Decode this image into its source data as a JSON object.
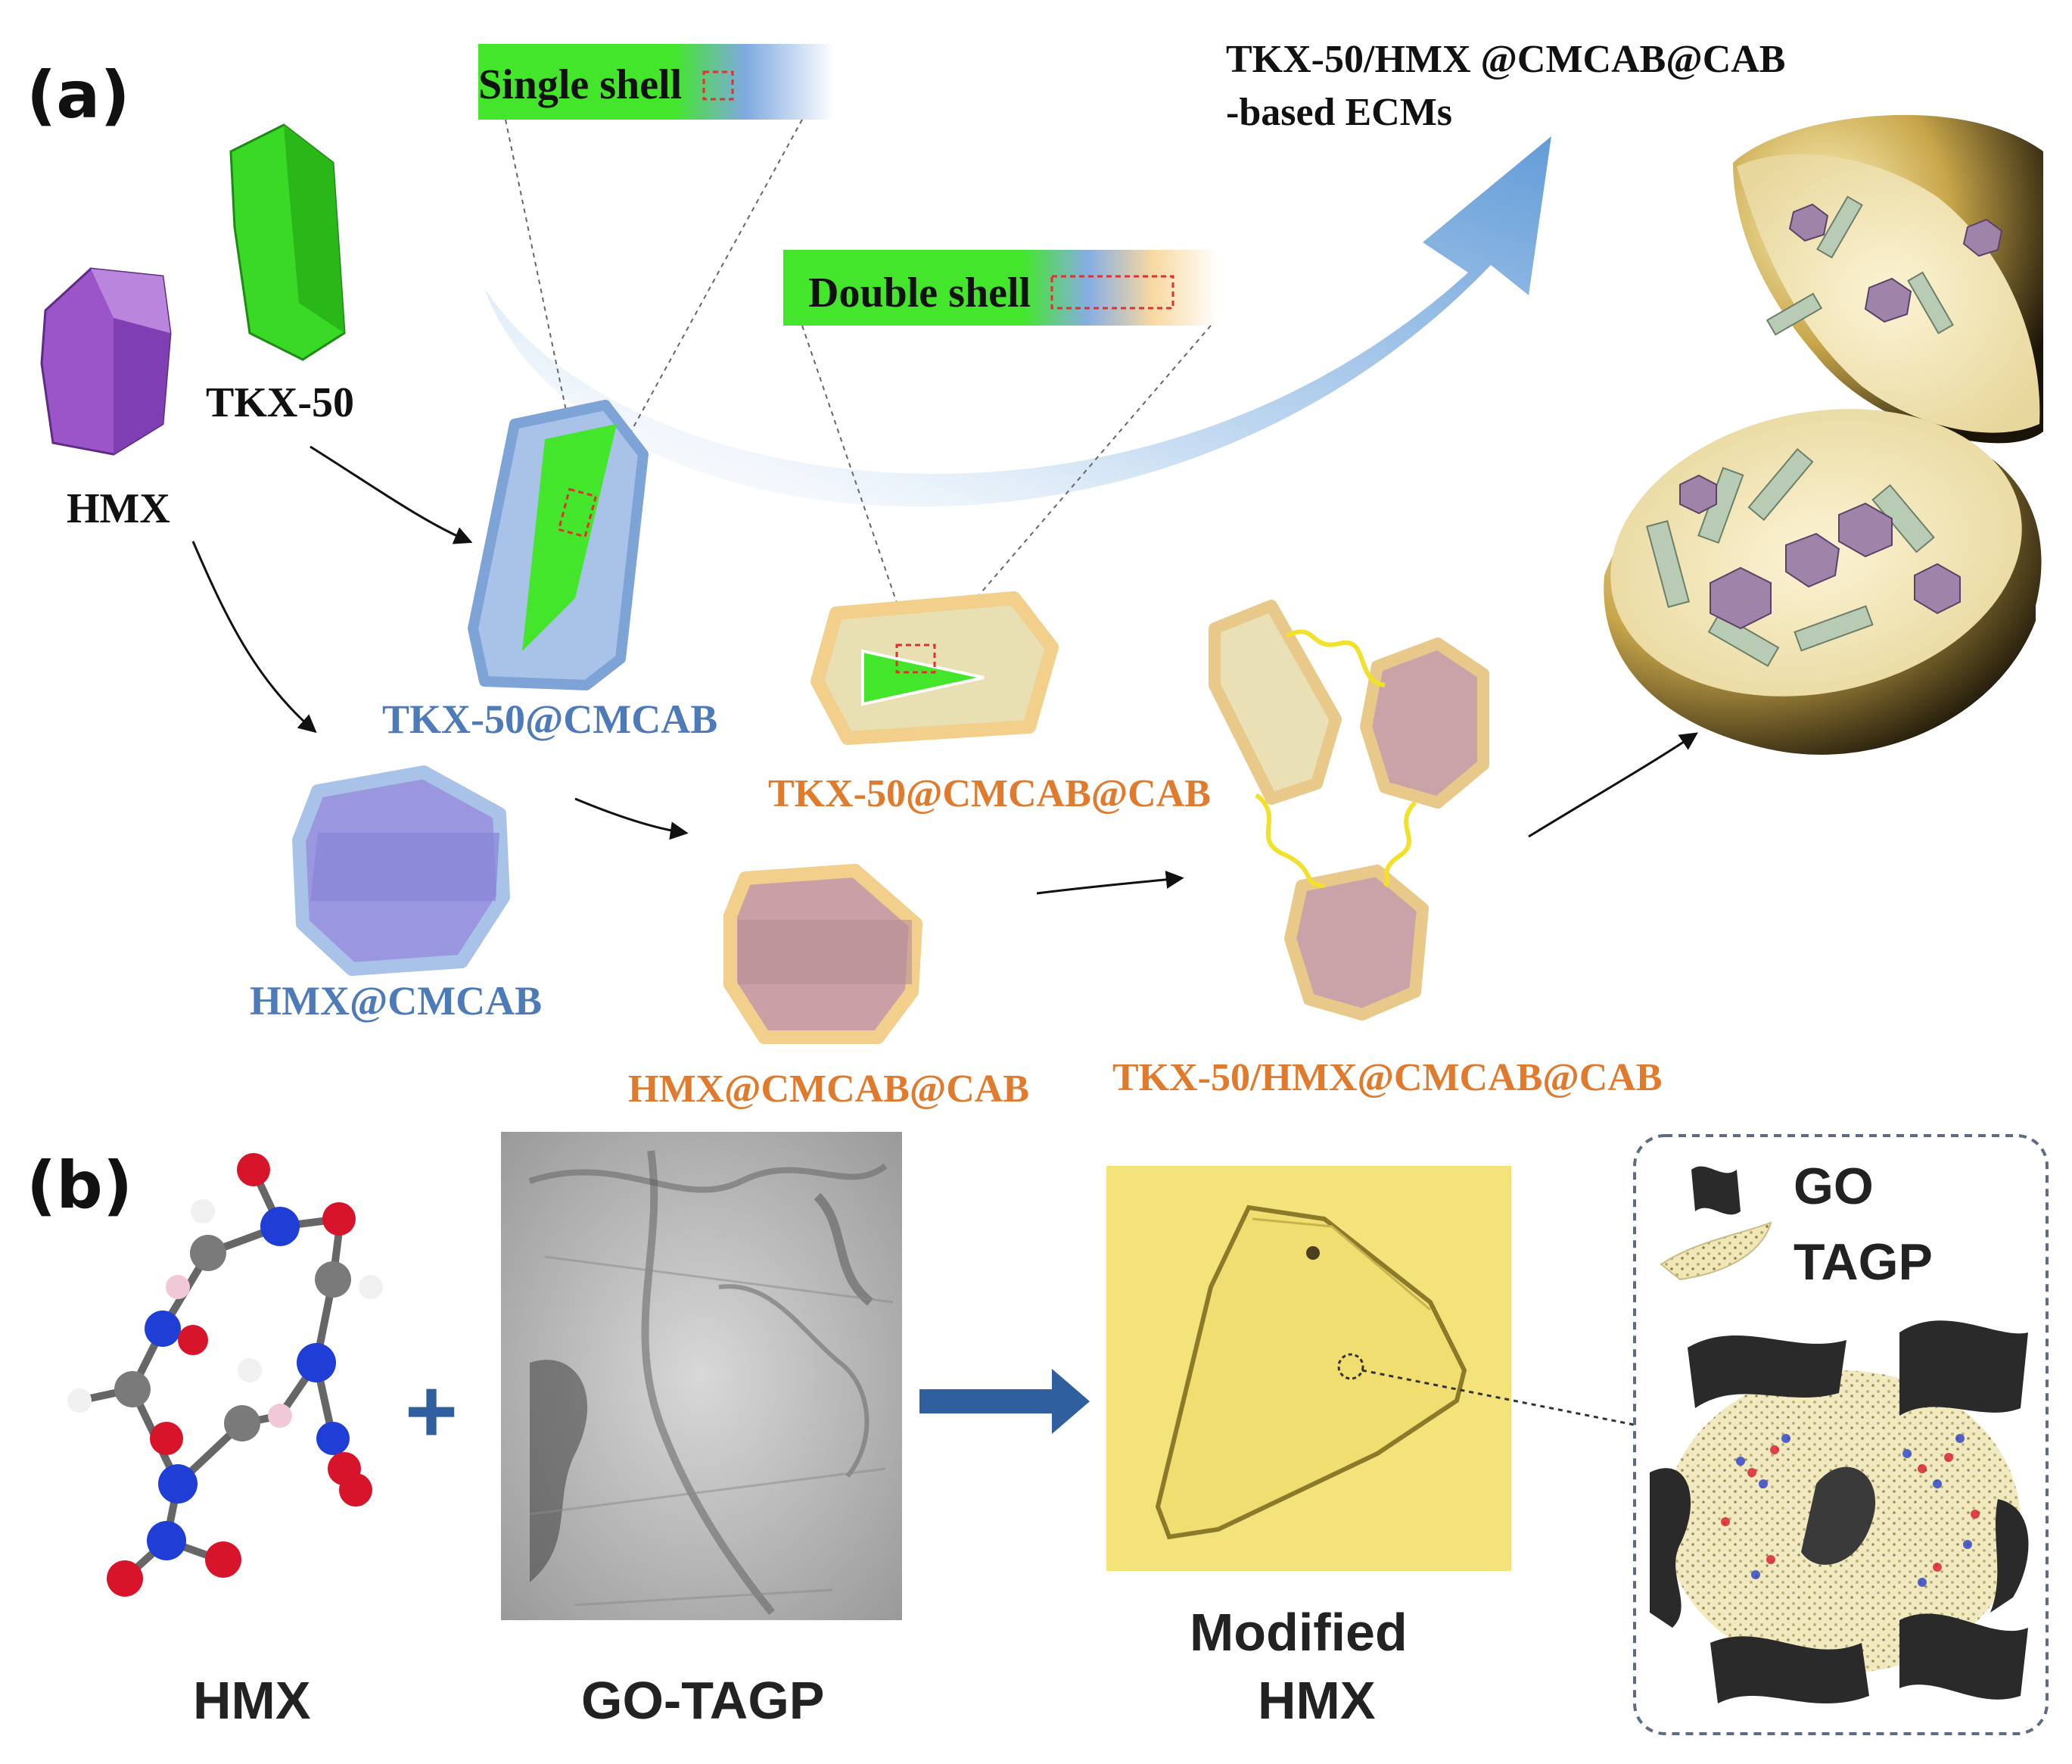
{
  "panel_a": {
    "label": "(a)",
    "hmx": "HMX",
    "tkx50": "TKX-50",
    "single_shell": "Single shell",
    "double_shell": "Double shell",
    "tkx_cmcab": "TKX-50@CMCAB",
    "hmx_cmcab": "HMX@CMCAB",
    "tkx_cmcab_cab": "TKX-50@CMCAB@CAB",
    "hmx_cmcab_cab": "HMX@CMCAB@CAB",
    "mixed": "TKX-50/HMX@CMCAB@CAB",
    "title_line1": "TKX-50/HMX @CMCAB@CAB",
    "title_line2": "-based ECMs"
  },
  "panel_b": {
    "label": "(b)",
    "hmx": "HMX",
    "go_tagp": "GO-TAGP",
    "modified_line1": "Modified",
    "modified_line2": "HMX",
    "plus": "+",
    "legend_go": "GO",
    "legend_tagp": "TAGP"
  },
  "colors": {
    "tkx_green": "#39d926",
    "hmx_purple": "#9b55c9",
    "shell_blue": "#8fb3e2",
    "shell_orange": "#f2cf8a",
    "label_blue": "#4d7ab8",
    "label_orange": "#e07a2c",
    "arrow_blue": "#2f5f9e",
    "yellow_bg": "#f4e27a"
  }
}
